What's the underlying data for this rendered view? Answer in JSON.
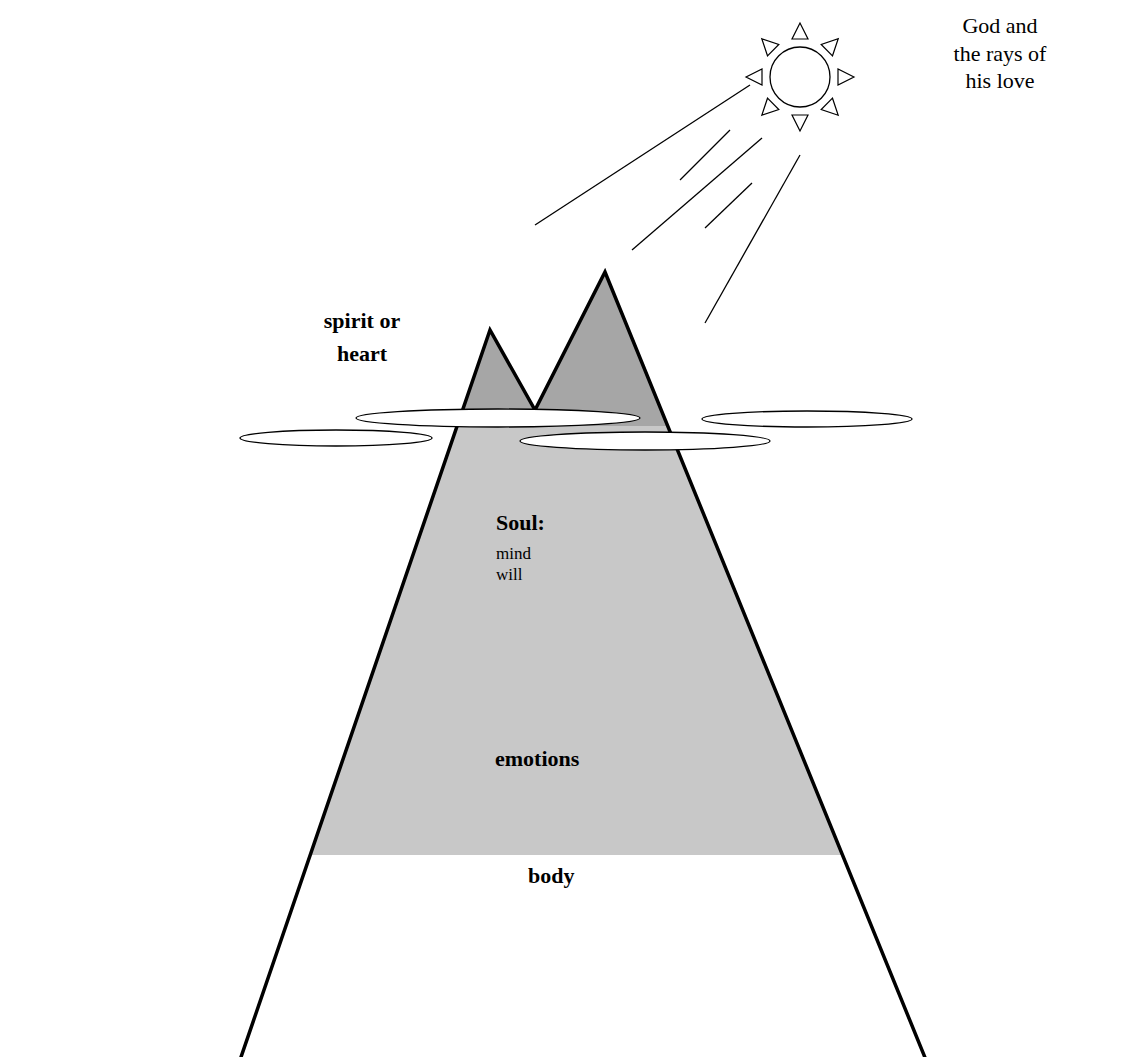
{
  "diagram": {
    "nodes": [
      {
        "text": [
          "God and the rays of his love"
        ]
      },
      {
        "text": [
          "spirit or heart"
        ]
      },
      {
        "text": [
          "Soul:",
          "mind",
          "will",
          "emotions"
        ]
      },
      {
        "text": [
          "body"
        ]
      }
    ]
  }
}
